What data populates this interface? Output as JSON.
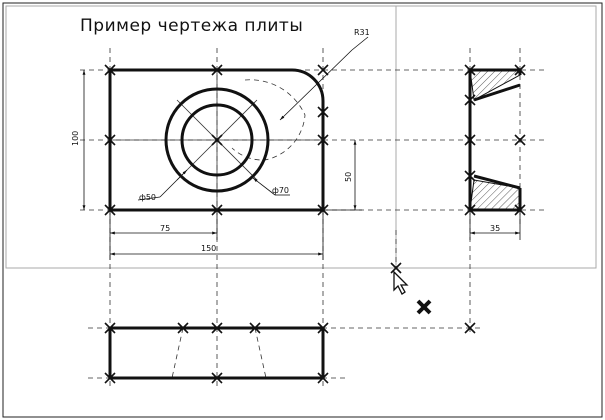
{
  "title": "Пример чертежа плиты",
  "dimensions": {
    "r31": "R31",
    "height100": "100",
    "d50": "ф50",
    "d70": "ф70",
    "h50": "50",
    "w75": "75",
    "w150": "150",
    "w35": "35"
  },
  "cursor": {
    "icon": "arrow-cursor-icon",
    "marker_icon": "x-marker-icon"
  }
}
